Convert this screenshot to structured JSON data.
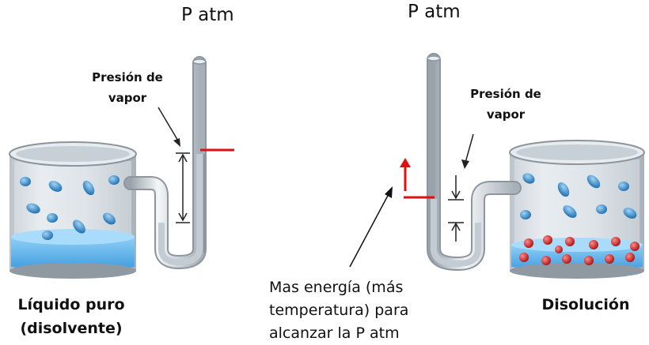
{
  "left_panel": {
    "patm_label": "P atm",
    "vapor_label_line1": "Presión de",
    "vapor_label_line2": "vapor",
    "caption_line1": "Líquido puro",
    "caption_line2": "(disolvente)"
  },
  "right_panel": {
    "patm_label": "P atm",
    "vapor_label_line1": "Presión de",
    "vapor_label_line2": "vapor",
    "caption": "Disolución",
    "note_line1": "Mas energía (más",
    "note_line2": "temperatura) para",
    "note_line3": "alcanzar la P atm"
  },
  "colors": {
    "liquid": "#4aa6e8",
    "molecule": "#2f86c9",
    "solute": "#d42a2a",
    "marker": "#e01010",
    "glass": "#cfd6dc"
  }
}
